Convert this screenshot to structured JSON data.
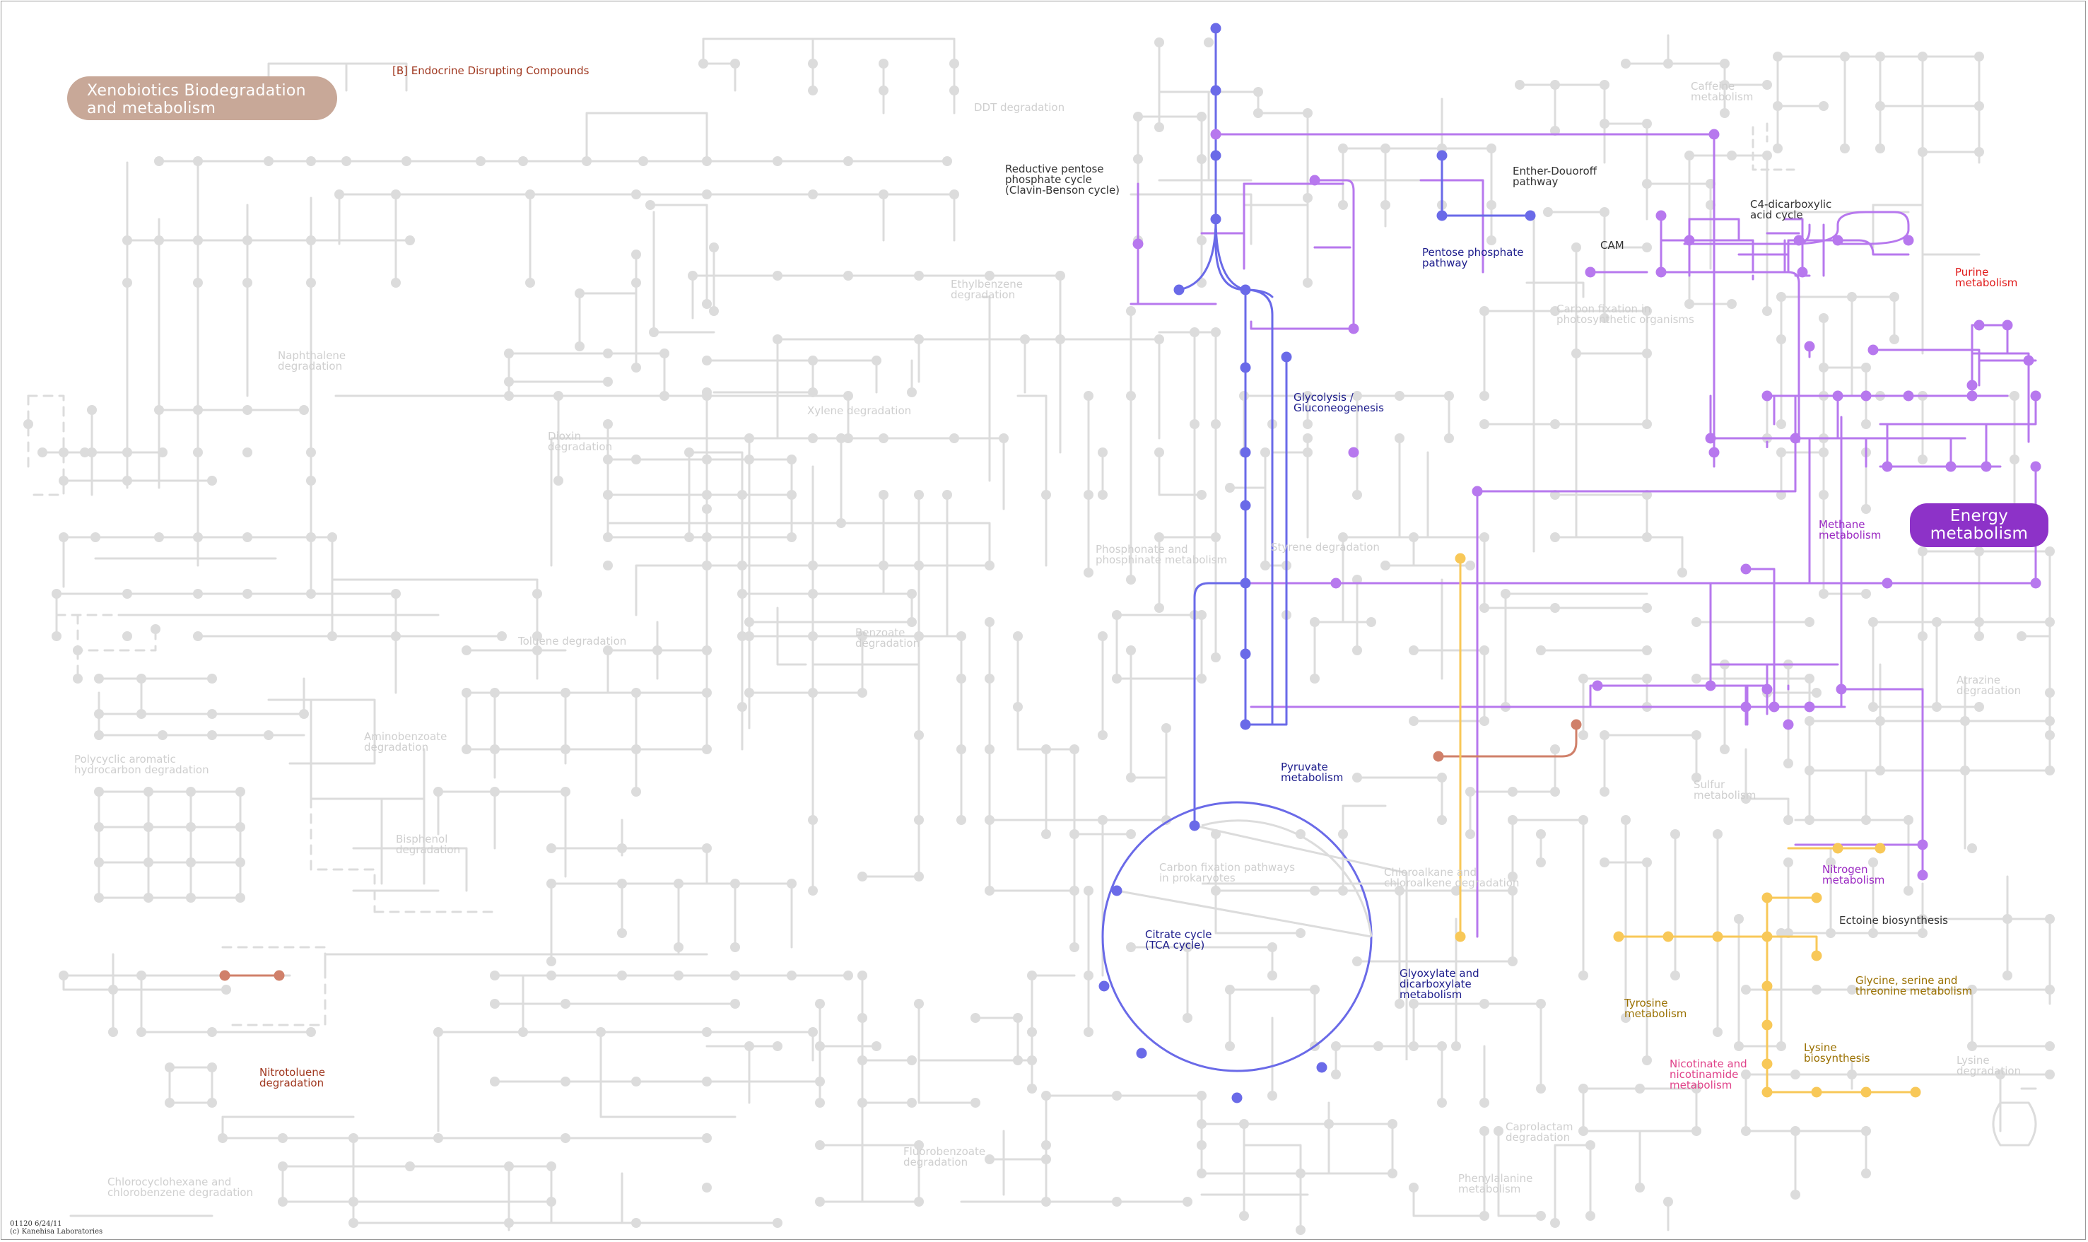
{
  "map_id": "01120 6/24/11",
  "copyright": "(c) Kanehisa Laboratories",
  "highlight_labels": {
    "xenobiotics": [
      "Xenobiotics Biodegradation",
      "and metabolism"
    ],
    "energy": [
      "Energy",
      "metabolism"
    ]
  },
  "labels": {
    "endocrine": "[B] Endocrine Disrupting Compounds",
    "ddt": "DDT degradation",
    "reductive_pentose": "Reductive pentose\nphosphate cycle\n(Clavin-Benson cycle)",
    "entner": "Enther-Douoroff\npathway",
    "c4": "C4-dicarboxylic\nacid cycle",
    "caffeine": "Caffeine\nmetabolism",
    "cam": "CAM",
    "pentose_phosphate": "Pentose phosphate\npathway",
    "purine": "Purine\nmetabolism",
    "ethylbenzene": "Ethylbenzene\ndegradation",
    "carbon_fixation_photo": "Carbon fixation in\nphotosynthetic organisms",
    "naphthalene": "Naphthalene\ndegradation",
    "glycolysis": "Glycolysis /\nGluconeogenesis",
    "xylene": "Xylene degradation",
    "dioxin": "Dioxin\ndegradation",
    "methane": "Methane\nmetabolism",
    "styrene": "Styrene degradation",
    "phosphonate": "Phosphonate and\nphosphinate metabolism",
    "benzoate": "Benzoate\ndegradation",
    "toluene": "Toluene degradation",
    "atrazine": "Atrazine\ndegradation",
    "aminobenzoate": "Aminobenzoate\ndegradation",
    "pah": "Polycyclic aromatic\nhydrocarbon degradation",
    "pyruvate": "Pyruvate\nmetabolism",
    "sulfur": "Sulfur\nmetabolism",
    "bisphenol": "Bisphenol\ndegradation",
    "carbon_fixation_prok": "Carbon fixation pathways\nin prokaryotes",
    "chloroalkane": "Chloroalkane and\nchloroalkene degradation",
    "nitrogen": "Nitrogen\nmetabolism",
    "ectoine": "Ectoine biosynthesis",
    "citrate": "Citrate cycle\n(TCA cycle)",
    "glyoxylate": "Glyoxylate and\ndicarboxylate\nmetabolism",
    "glycine": "Glycine, serine and\nthreonine metabolism",
    "tyrosine": "Tyrosine\nmetabolism",
    "lysine_bio": "Lysine\nbiosynthesis",
    "nitrotoluene": "Nitrotoluene\ndegradation",
    "nicotinate": "Nicotinate and\nnicotinamide\nmetabolism",
    "lysine_deg": "Lysine\ndegradation",
    "caprolactam": "Caprolactam\ndegradation",
    "fluorobenzoate": "Fluorobenzoate\ndegradation",
    "phenylalanine": "Phenylalanine\nmetabolism",
    "chlorocyclohexane": "Chlorocyclohexane and\nchlorobenzene degradation"
  },
  "colors": {
    "background": "#ffffff",
    "inactive": "#dcdcdc",
    "energy": "#b778ee",
    "carbohydrate": "#6a6ae8",
    "xenobiotics": "#d0806a",
    "amino_acid": "#f8c858",
    "xeno_pill": "#c8a898",
    "energy_pill": "#8d32c8"
  }
}
